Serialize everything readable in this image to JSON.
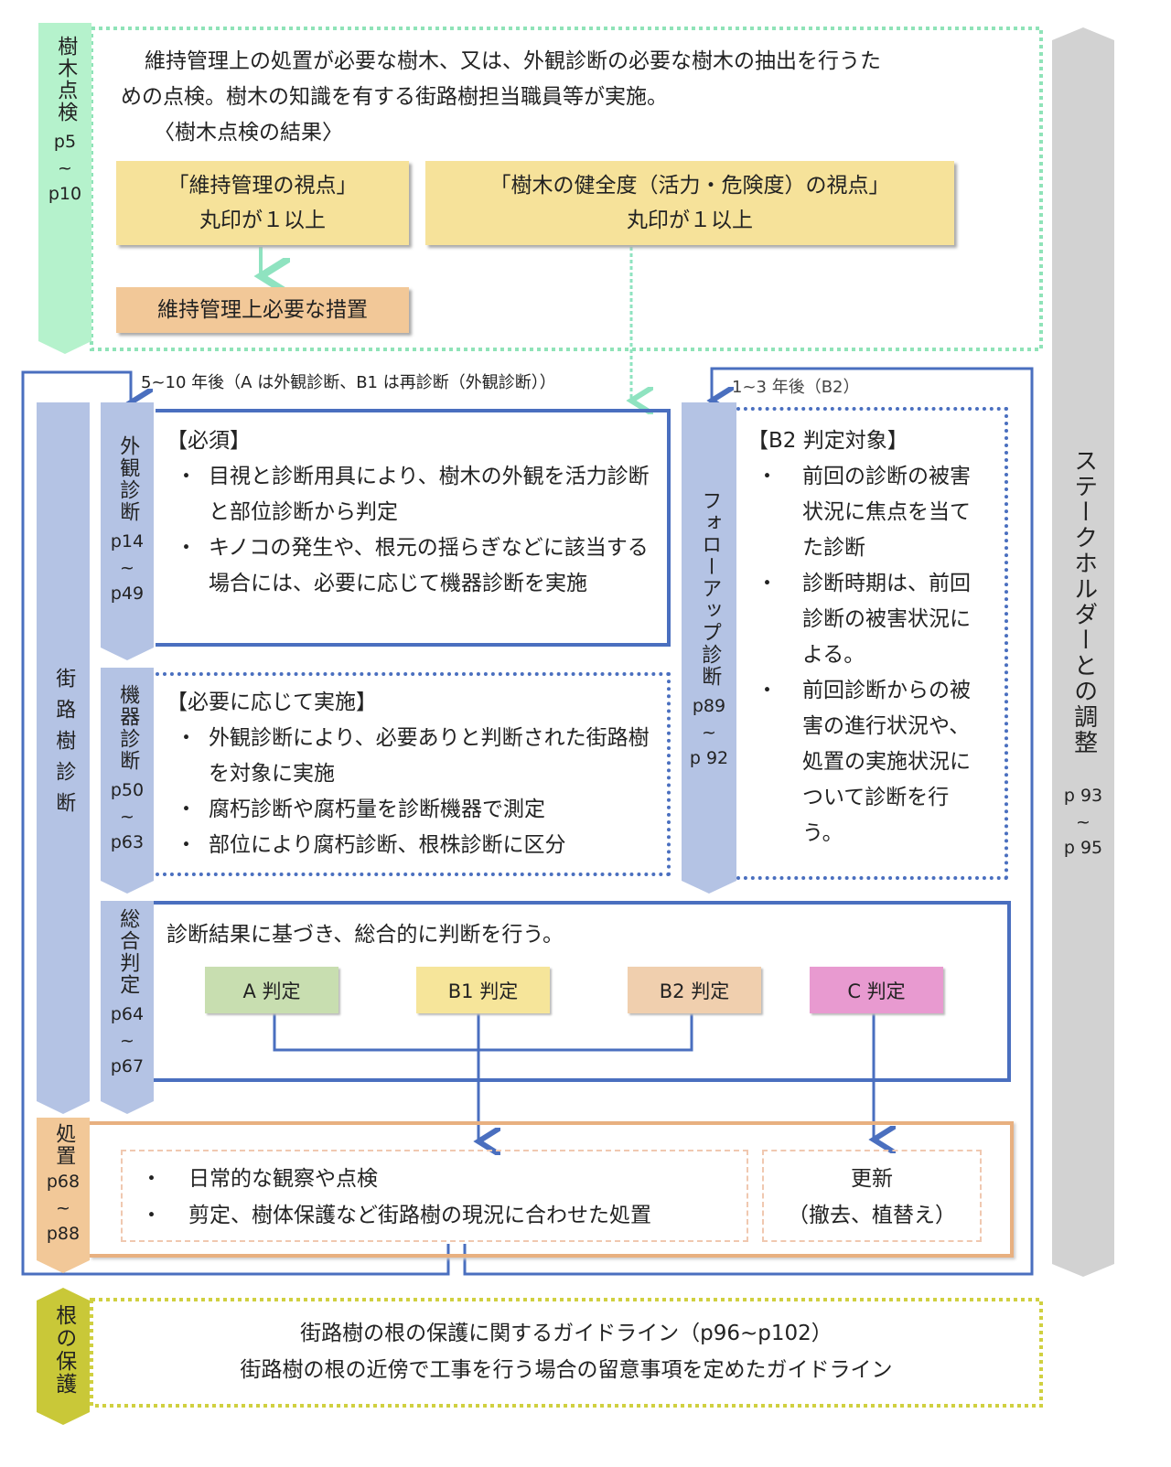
{
  "inspection": {
    "tab_label": "樹木点検",
    "pages": [
      "p5",
      "~",
      "p10"
    ],
    "intro_line1": "維持管理上の処置が必要な樹木、又は、外観診断の必要な樹木の抽出を行うた",
    "intro_line2": "めの点検。樹木の知識を有する街路樹担当職員等が実施。",
    "result_heading": "〈樹木点検の結果〉",
    "box1_line1": "「維持管理の視点」",
    "box1_line2": "丸印が１以上",
    "box2_line1": "「樹木の健全度（活力・危険度）の視点」",
    "box2_line2": "丸印が１以上",
    "measure": "維持管理上必要な措置"
  },
  "cycle_a": "5~10 年後（A は外観診断、B1 は再診断（外観診断））",
  "cycle_b": "1~3 年後（B2）",
  "diagnosis": {
    "tab_label": "街路樹診断",
    "visual": {
      "tab_label": "外観診断",
      "pages": [
        "p14",
        "~",
        "p49"
      ],
      "heading": "【必須】",
      "bullets": [
        "目視と診断用具により、樹木の外観を活力診断と部位診断から判定",
        "キノコの発生や、根元の揺らぎなどに該当する場合には、必要に応じて機器診断を実施"
      ]
    },
    "device": {
      "tab_label": "機器診断",
      "pages": [
        "p50",
        "~",
        "p63"
      ],
      "heading": "【必要に応じて実施】",
      "bullets": [
        "外観診断により、必要ありと判断された街路樹を対象に実施",
        "腐朽診断や腐朽量を診断機器で測定",
        "部位により腐朽診断、根株診断に区分"
      ]
    },
    "overall": {
      "tab_label": "総合判定",
      "pages": [
        "p64",
        "~",
        "p67"
      ],
      "text": "診断結果に基づき、総合的に判断を行う。",
      "judgments": [
        "A 判定",
        "B1 判定",
        "B2 判定",
        "C 判定"
      ]
    },
    "followup": {
      "tab_label": "フォローアップ診断",
      "pages": [
        "p89",
        "~",
        "p 92"
      ],
      "heading": "【B2 判定対象】",
      "bullets": [
        "前回の診断の被害状況に焦点を当てた診断",
        "診断時期は、前回診断の被害状況による。",
        "前回診断からの被害の進行状況や、処置の実施状況について診断を行う。"
      ]
    }
  },
  "treatment": {
    "tab_label": "処置",
    "pages": [
      "p68",
      "~",
      "p88"
    ],
    "bullets": [
      "日常的な観察や点検",
      "剪定、樹体保護など街路樹の現況に合わせた処置"
    ],
    "renewal_line1": "更新",
    "renewal_line2": "（撤去、植替え）"
  },
  "stakeholder": {
    "label": "ステークホルダーとの調整",
    "pages": [
      "p 93",
      "~",
      "p 95"
    ]
  },
  "root": {
    "tab_label": "根の保護",
    "line1": "街路樹の根の保護に関するガイドライン（p96~p102）",
    "line2": "街路樹の根の近傍で工事を行う場合の留意事項を定めたガイドライン"
  },
  "colors": {
    "blue": "#4a6fbf",
    "tab_blue": "#b4c3e4",
    "green": "#b5f2cc",
    "yellow": "#f6e29a",
    "orange": "#f2c898",
    "grey": "#d2d2d2",
    "olive": "#c9c838"
  }
}
